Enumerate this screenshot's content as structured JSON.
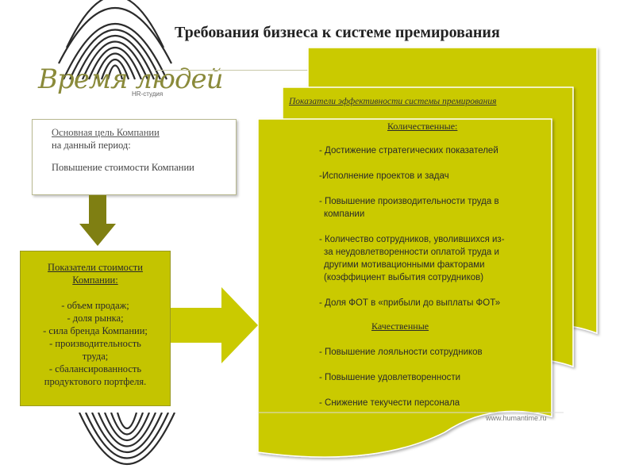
{
  "title": "Требования бизнеса к системе премирования",
  "logo": {
    "name": "Время людей",
    "subtitle": "HR-студия"
  },
  "goal_box": {
    "title": "Основная цель Компании",
    "subtitle": "на данный период:",
    "value": "Повышение стоимости Компании"
  },
  "value_box": {
    "title_line1": "Показатели стоимости",
    "title_line2": "Компании:",
    "items": [
      "- объем продаж;",
      "- доля рынка;",
      "- сила бренда Компании;",
      "- производительность",
      "труда;",
      "- сбалансированность",
      "продуктового портфеля."
    ]
  },
  "effectiveness_title": "Показатели эффективности системы премирования",
  "quantitative": {
    "heading": "Количественные:",
    "items": [
      [
        "- Достижение стратегических показателей"
      ],
      [
        "-Исполнение проектов и задач"
      ],
      [
        "- Повышение производительности труда в",
        "компании"
      ],
      [
        "- Количество сотрудников, уволившихся из-",
        "за неудовлетворенности оплатой труда и",
        "другими мотивационными факторами",
        "(коэффициент выбытия сотрудников)"
      ],
      [
        "- Доля ФОТ в «прибыли до выплаты ФОТ»"
      ]
    ]
  },
  "qualitative": {
    "heading": "Качественные",
    "items": [
      [
        "- Повышение лояльности сотрудников"
      ],
      [
        "- Повышение удовлетворенности"
      ],
      [
        "- Снижение текучести персонала"
      ]
    ]
  },
  "website": "www.humantime.ru",
  "colors": {
    "accent_olive": "#c4c400",
    "page_yellow": "#caca00",
    "arrow_olive": "#7f7f12"
  }
}
